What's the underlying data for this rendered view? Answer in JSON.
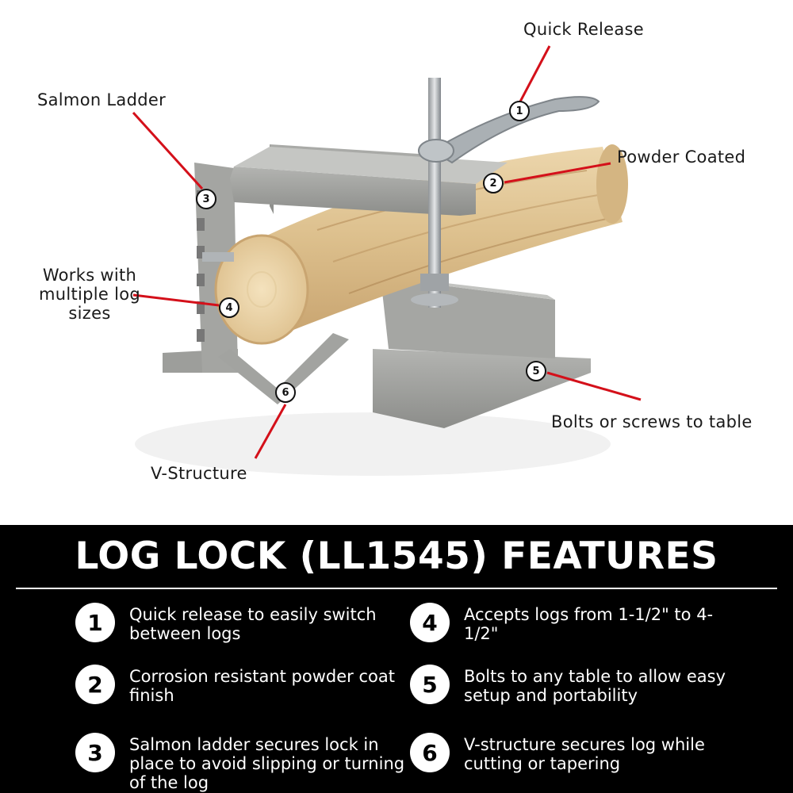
{
  "callouts": {
    "quick_release": "Quick Release",
    "salmon_ladder": "Salmon Ladder",
    "powder_coated": "Powder Coated",
    "works_with": "Works with multiple log sizes",
    "bolts_or_screws": "Bolts or screws to table",
    "v_structure": "V-Structure"
  },
  "markers": [
    "1",
    "2",
    "3",
    "4",
    "5",
    "6"
  ],
  "features_section": {
    "title": "LOG LOCK (LL1545) FEATURES",
    "items": [
      {
        "number": "1",
        "text": "Quick release to easily switch between logs"
      },
      {
        "number": "2",
        "text": "Corrosion resistant powder coat finish"
      },
      {
        "number": "3",
        "text": "Salmon ladder secures lock in place to avoid slipping or turning of the log"
      },
      {
        "number": "4",
        "text": "Accepts logs from 1-1/2\" to 4-1/2\""
      },
      {
        "number": "5",
        "text": "Bolts to any table to allow easy setup and portability"
      },
      {
        "number": "6",
        "text": "V-structure secures log while cutting or tapering"
      }
    ]
  },
  "colors": {
    "leader_line": "#d4101a",
    "metal_gray": "#9a9b98",
    "wood": "#e2c99b",
    "band_background": "#000000"
  }
}
